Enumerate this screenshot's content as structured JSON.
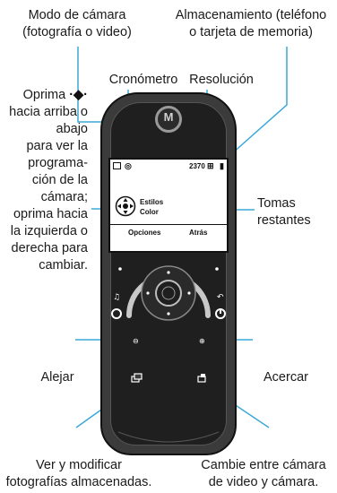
{
  "labels": {
    "camera_mode": [
      "Modo de cámara",
      "(fotografía o video)"
    ],
    "storage": [
      "Almacenamiento (teléfono",
      "o tarjeta de memoria)"
    ],
    "timer": "Cronómetro",
    "resolution": "Resolución",
    "nav_help": [
      "Oprima",
      "hacia arriba o",
      "abajo",
      "para ver la",
      "programa-",
      "ción de la",
      "cámara;",
      "oprima hacia",
      "la izquierda o",
      "derecha para",
      "cambiar."
    ],
    "shots_left": [
      "Tomas",
      "restantes"
    ],
    "zoom_out": "Alejar",
    "zoom_in": "Acercar",
    "view_photos": [
      "Ver y modificar",
      "fotografías almacenadas."
    ],
    "switch_camera": [
      "Cambie entre cámara",
      "de video y cámara."
    ]
  },
  "screen": {
    "count": "2370",
    "menu1": "Estilos",
    "menu2": "Color",
    "soft_left": "Opciones",
    "soft_right": "Atrás"
  },
  "colors": {
    "callout_line": "#3aa8d8",
    "phone_body": "#3b3b3b"
  },
  "icons": [
    "camera-mode-icon",
    "timer-icon",
    "resolution-icon",
    "storage-icon",
    "nav-key-icon",
    "zoom-out-icon",
    "zoom-in-icon",
    "gallery-icon",
    "switch-camera-icon",
    "logo-icon"
  ]
}
